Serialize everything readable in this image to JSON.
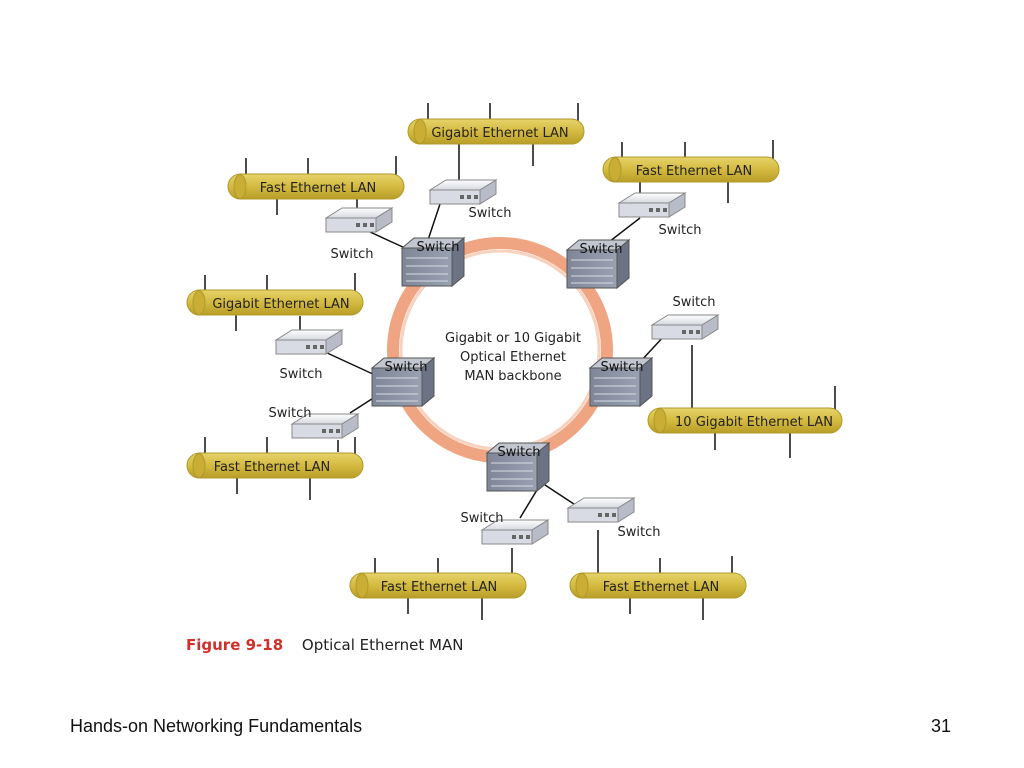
{
  "diagram": {
    "backbone_label": [
      "Gigabit or 10 Gigabit",
      "Optical Ethernet",
      "MAN backbone"
    ],
    "core_switch_label": "Switch",
    "edge_switch_label": "Switch",
    "lans": [
      "Gigabit Ethernet LAN",
      "Fast Ethernet LAN",
      "Fast Ethernet LAN",
      "Gigabit Ethernet LAN",
      "Fast Ethernet LAN",
      "10 Gigabit Ethernet LAN",
      "Fast Ethernet LAN",
      "Fast Ethernet LAN"
    ],
    "colors": {
      "ring": "#f0a582",
      "lan_fill": "#d4ba40",
      "lan_stroke": "#b09a2a",
      "switch": "#8d94a6"
    }
  },
  "caption": {
    "figure": "Figure 9-18",
    "text": "Optical Ethernet MAN"
  },
  "footer": {
    "title": "Hands-on Networking Fundamentals",
    "page": "31"
  }
}
